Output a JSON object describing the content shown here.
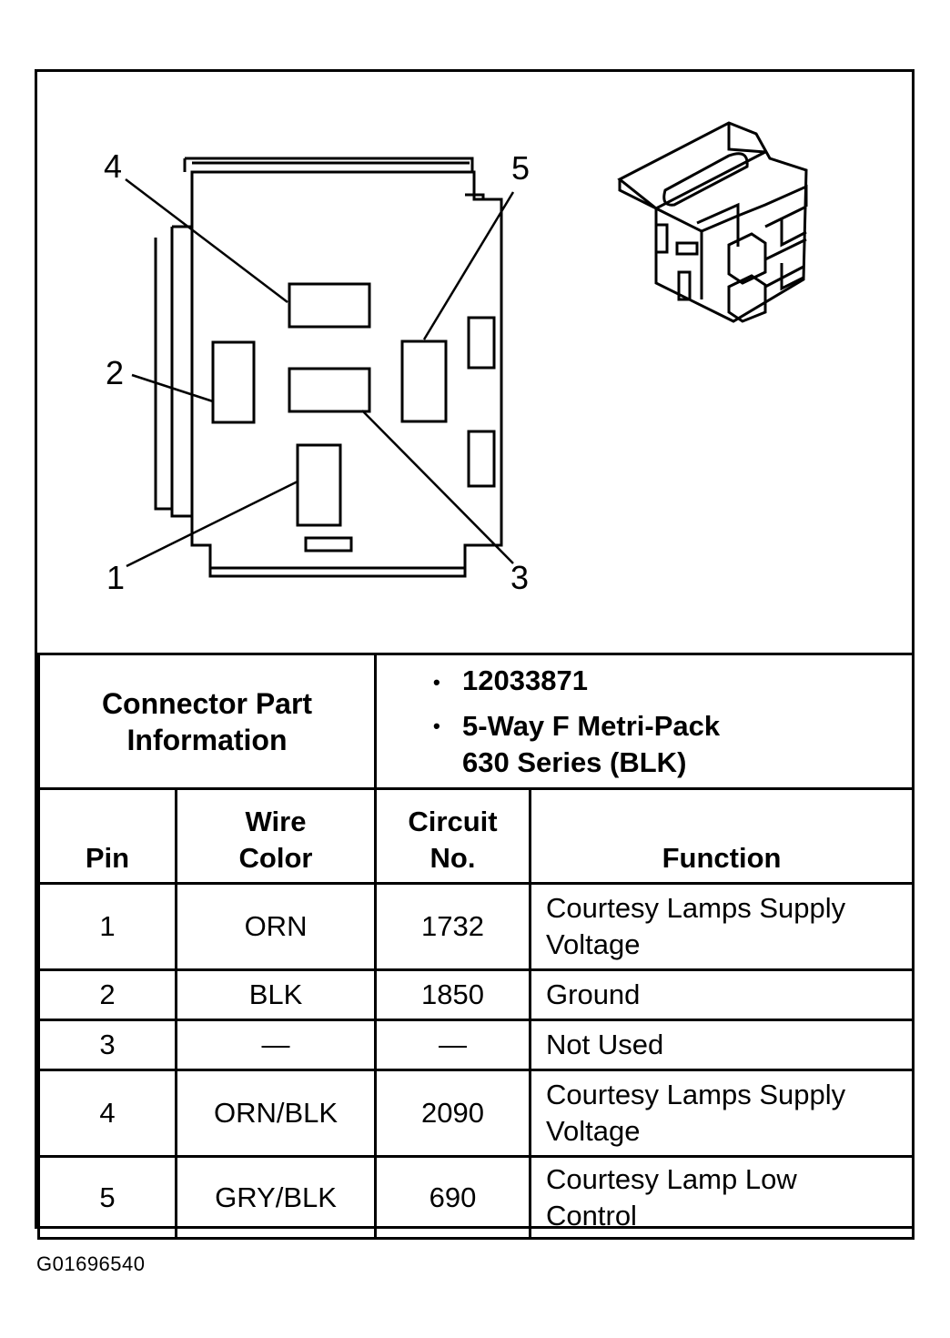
{
  "callouts": {
    "pin4": "4",
    "pin5": "5",
    "pin2": "2",
    "pin1": "1",
    "pin3": "3"
  },
  "connector_info": {
    "label_line1": "Connector Part",
    "label_line2": "Information",
    "part_number": "12033871",
    "description_line1": "5-Way F Metri-Pack",
    "description_line2": "630 Series (BLK)",
    "bullet": "•"
  },
  "table": {
    "headers": {
      "pin": "Pin",
      "wire_color_line1": "Wire",
      "wire_color_line2": "Color",
      "circuit_line1": "Circuit",
      "circuit_line2": "No.",
      "function": "Function"
    },
    "rows": [
      {
        "pin": "1",
        "wire_color": "ORN",
        "circuit": "1732",
        "function_line1": "Courtesy Lamps Supply",
        "function_line2": "Voltage"
      },
      {
        "pin": "2",
        "wire_color": "BLK",
        "circuit": "1850",
        "function_line1": "Ground",
        "function_line2": ""
      },
      {
        "pin": "3",
        "wire_color": "—",
        "circuit": "—",
        "function_line1": "Not Used",
        "function_line2": ""
      },
      {
        "pin": "4",
        "wire_color": "ORN/BLK",
        "circuit": "2090",
        "function_line1": "Courtesy Lamps Supply",
        "function_line2": "Voltage"
      },
      {
        "pin": "5",
        "wire_color": "GRY/BLK",
        "circuit": "690",
        "function_line1": "Courtesy Lamp Low",
        "function_line2": "Control"
      }
    ]
  },
  "figure_id": "G01696540"
}
